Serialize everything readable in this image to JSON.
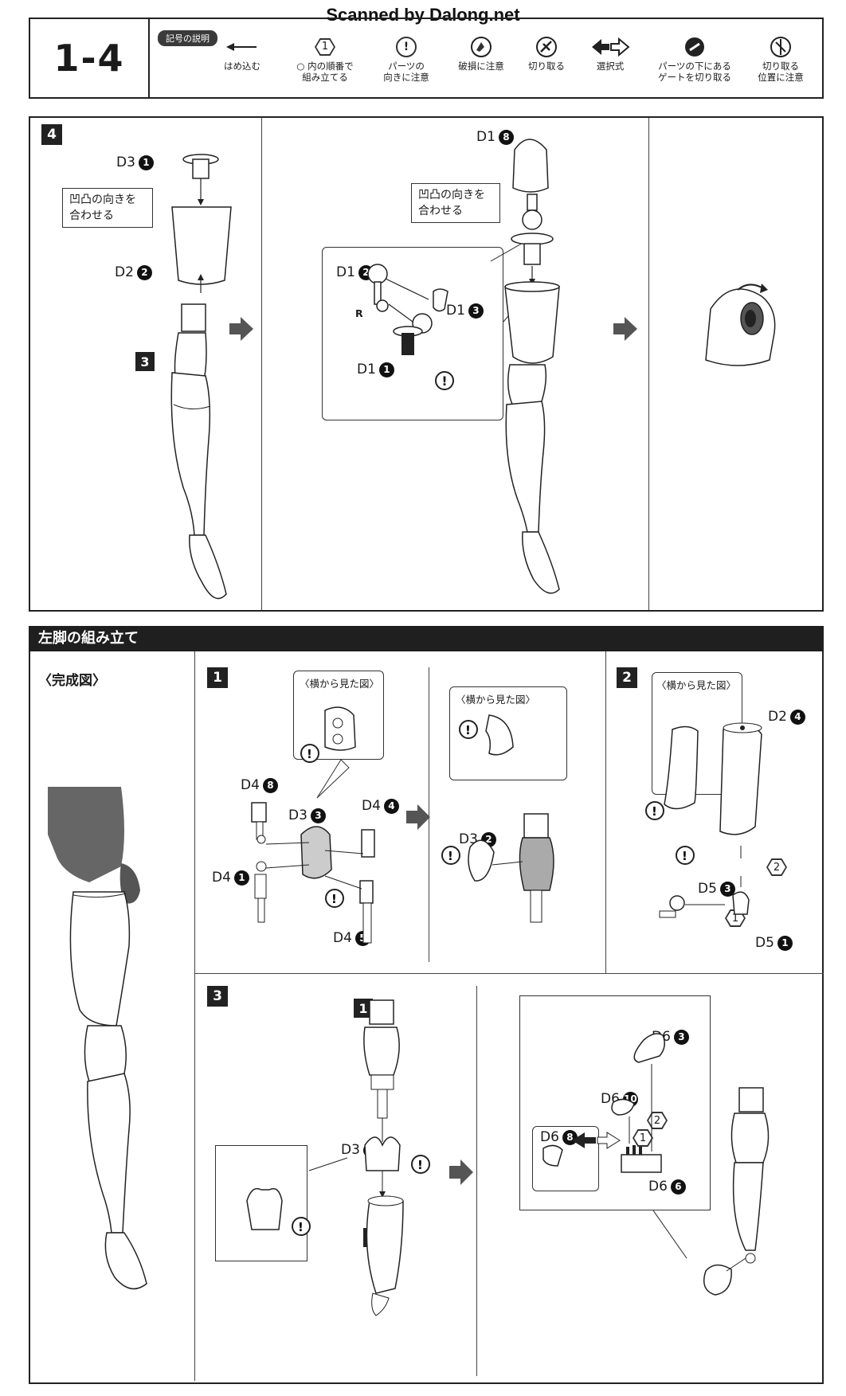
{
  "watermark": "Scanned by Dalong.net",
  "header": {
    "page_number": "1-4",
    "legend_title": "記号の説明",
    "legend": [
      {
        "icon": "arrow-left-icon",
        "label_1": "はめ込む",
        "label_2": ""
      },
      {
        "icon": "circled-number-icon",
        "symbol": "1",
        "label_1": "○ 内の順番で",
        "label_2": "組み立てる"
      },
      {
        "icon": "exclamation-icon",
        "symbol": "!",
        "label_1": "パーツの",
        "label_2": "向きに注意"
      },
      {
        "icon": "damage-icon",
        "label_1": "破損に注意",
        "label_2": ""
      },
      {
        "icon": "cut-icon",
        "label_1": "切り取る",
        "label_2": ""
      },
      {
        "icon": "selection-icon",
        "label_1": "選択式",
        "label_2": ""
      },
      {
        "icon": "gate-cut-icon",
        "label_1": "パーツの下にある",
        "label_2": "ゲートを切り取る"
      },
      {
        "icon": "cut-position-icon",
        "label_1": "切り取る",
        "label_2": "位置に注意"
      }
    ]
  },
  "step4": {
    "badge": "4",
    "labels": {
      "d3_1": "D3",
      "d3_1_num": "1",
      "d2_2": "D2",
      "d2_2_num": "2",
      "step3": "3",
      "d1_8": "D1",
      "d1_8_num": "8",
      "d1_2": "D1",
      "d1_2_num": "2",
      "d1_3": "D1",
      "d1_3_num": "3",
      "d1_1": "D1",
      "d1_1_num": "1",
      "r_mark": "R"
    },
    "note_align_1": [
      "凹凸の向きを",
      "合わせる"
    ],
    "note_align_2": [
      "凹凸の向きを",
      "合わせる"
    ]
  },
  "left_leg": {
    "section_title": "左脚の組み立て",
    "complete_caption": "〈完成図〉",
    "step1": {
      "badge": "1",
      "side_view_1": "〈横から見た図〉",
      "side_view_2": "〈横から見た図〉",
      "parts": [
        {
          "id": "d4_8",
          "name": "D4",
          "num": "8"
        },
        {
          "id": "d3_3",
          "name": "D3",
          "num": "3"
        },
        {
          "id": "d4_4",
          "name": "D4",
          "num": "4"
        },
        {
          "id": "d4_1",
          "name": "D4",
          "num": "1"
        },
        {
          "id": "d4_5",
          "name": "D4",
          "num": "5"
        },
        {
          "id": "d3_2",
          "name": "D3",
          "num": "2"
        }
      ]
    },
    "step2": {
      "badge": "2",
      "side_view": "〈横から見た図〉",
      "parts": [
        {
          "id": "d2_4",
          "name": "D2",
          "num": "4"
        },
        {
          "id": "d5_3",
          "name": "D5",
          "num": "3"
        },
        {
          "id": "d5_1",
          "name": "D5",
          "num": "1"
        }
      ],
      "order_1": "1",
      "order_2": "2"
    },
    "step3": {
      "badge": "3",
      "sub_1": "1",
      "sub_2": "2",
      "parts": [
        {
          "id": "d3_4",
          "name": "D3",
          "num": "4"
        },
        {
          "id": "d6_3",
          "name": "D6",
          "num": "3"
        },
        {
          "id": "d6_10",
          "name": "D6",
          "num": "10"
        },
        {
          "id": "d6_8",
          "name": "D6",
          "num": "8"
        },
        {
          "id": "d6_6",
          "name": "D6",
          "num": "6"
        }
      ],
      "order_1": "1",
      "order_2": "2"
    }
  }
}
